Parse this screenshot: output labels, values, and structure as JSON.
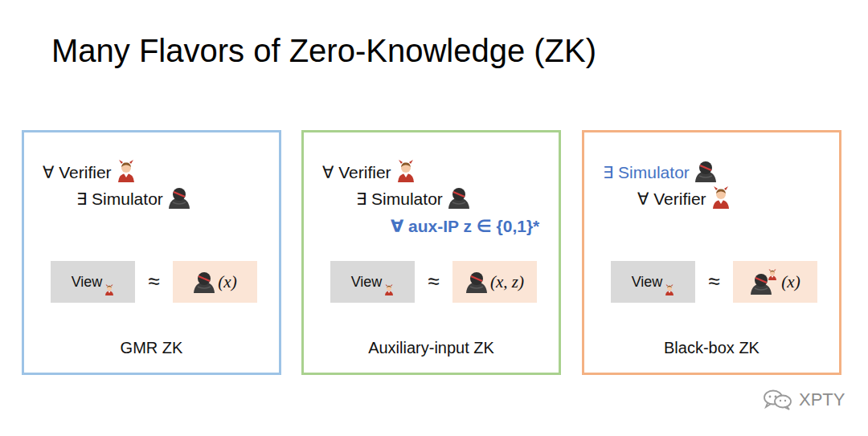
{
  "diagram": {
    "title": "Many Flavors of Zero-Knowledge (ZK)",
    "nodes": [
      {
        "text": [
          "∀ Verifier",
          "∃ Simulator",
          "≈",
          "GMR ZK"
        ]
      },
      {
        "text": [
          "View"
        ],
        "in": 0
      },
      {
        "text": [
          "(x)"
        ],
        "in": 0
      },
      {
        "text": [
          "∀ Verifier",
          "∃ Simulator",
          "∀ aux-IP z ∈ {0,1}*",
          "≈",
          "Auxiliary-input ZK"
        ]
      },
      {
        "text": [
          "View"
        ],
        "in": 3
      },
      {
        "text": [
          "(x, z)"
        ],
        "in": 3
      },
      {
        "text": [
          "∃ Simulator",
          "∀ Verifier",
          "≈",
          "Black-box ZK"
        ]
      },
      {
        "text": [
          "View"
        ],
        "in": 6
      },
      {
        "text": [
          "(x)"
        ],
        "in": 6
      }
    ],
    "labels": [
      "XPTY"
    ]
  }
}
